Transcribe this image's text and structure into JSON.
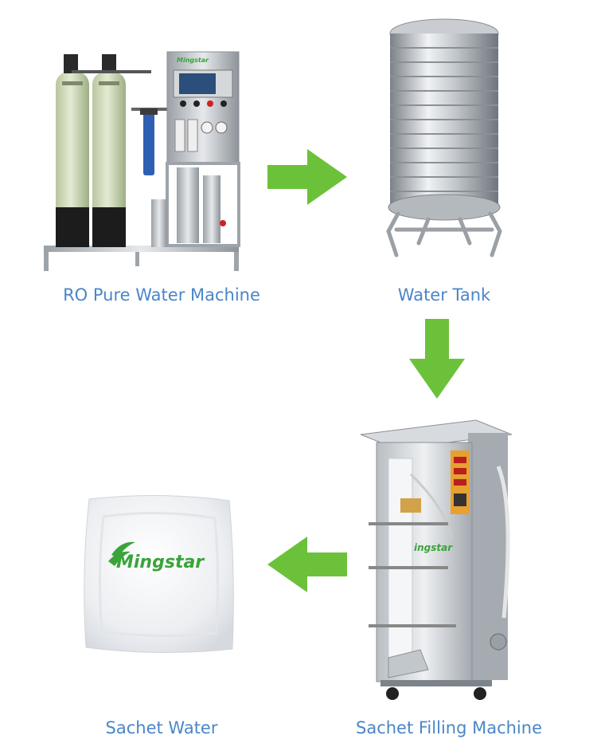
{
  "colors": {
    "label": "#4a86c8",
    "arrow": "#6cc13a",
    "brand": "#3aa43a"
  },
  "steps": [
    {
      "label": "RO Pure Water Machine",
      "icon": "ro-machine-icon"
    },
    {
      "label": "Water Tank",
      "icon": "water-tank-icon"
    },
    {
      "label": "Sachet Filling Machine",
      "icon": "sachet-filling-machine-icon"
    },
    {
      "label": "Sachet Water",
      "icon": "sachet-water-icon"
    }
  ],
  "brand": "Mingstar",
  "brand_partial": "ingstar"
}
